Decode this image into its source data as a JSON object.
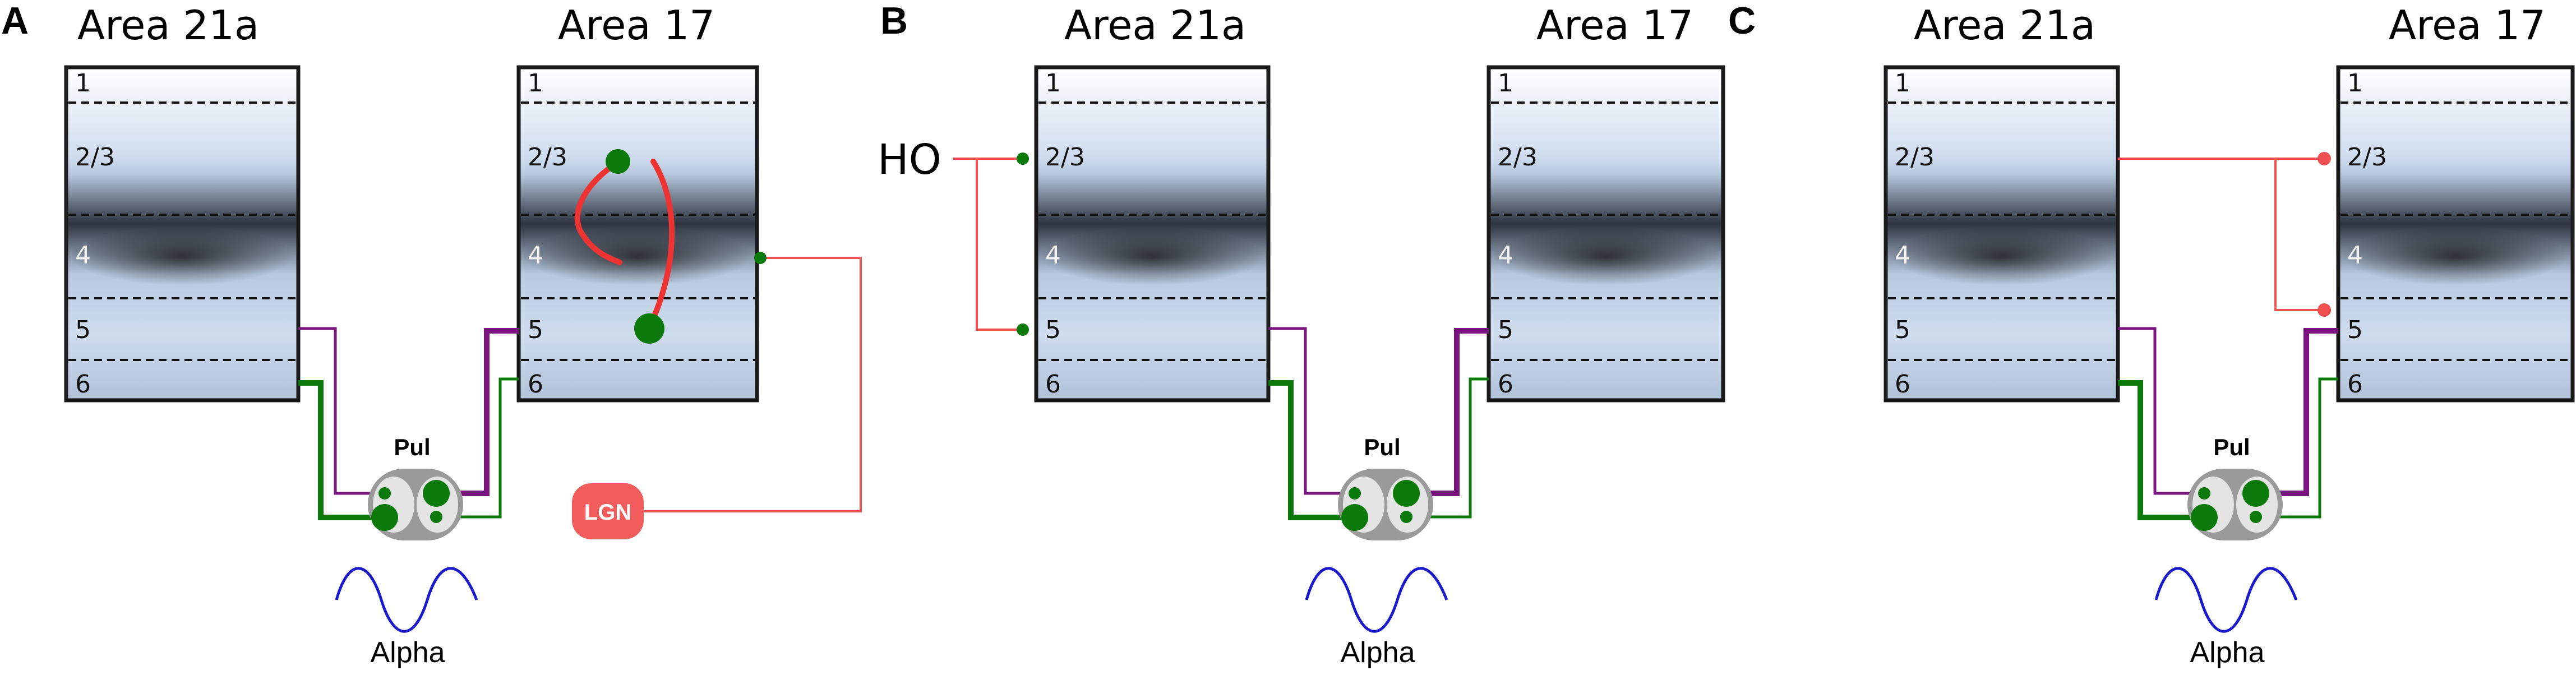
{
  "panels": [
    {
      "letter": "A",
      "area_left": "Area 21a",
      "area_right": "Area 17",
      "layers": [
        "1",
        "2/3",
        "4",
        "5",
        "6"
      ],
      "thalamus_label": "Pul",
      "rhythm_label": "Alpha",
      "extra_label": "LGN"
    },
    {
      "letter": "B",
      "area_left": "Area 21a",
      "area_right": "Area 17",
      "layers": [
        "1",
        "2/3",
        "4",
        "5",
        "6"
      ],
      "thalamus_label": "Pul",
      "rhythm_label": "Alpha",
      "extra_label": "HO"
    },
    {
      "letter": "C",
      "area_left": "Area 21a",
      "area_right": "Area 17",
      "layers": [
        "1",
        "2/3",
        "4",
        "5",
        "6"
      ],
      "thalamus_label": "Pul",
      "rhythm_label": "Alpha"
    }
  ],
  "colors": {
    "green": "#0b7a0b",
    "purple": "#7a1580",
    "red": "#f05050",
    "red_curve": "#ee3333",
    "blue_wave": "#1a1acc",
    "lgn_fill": "#f25c5c",
    "pul_outer": "#9a9a9a",
    "pul_inner": "#e4e4e4"
  }
}
